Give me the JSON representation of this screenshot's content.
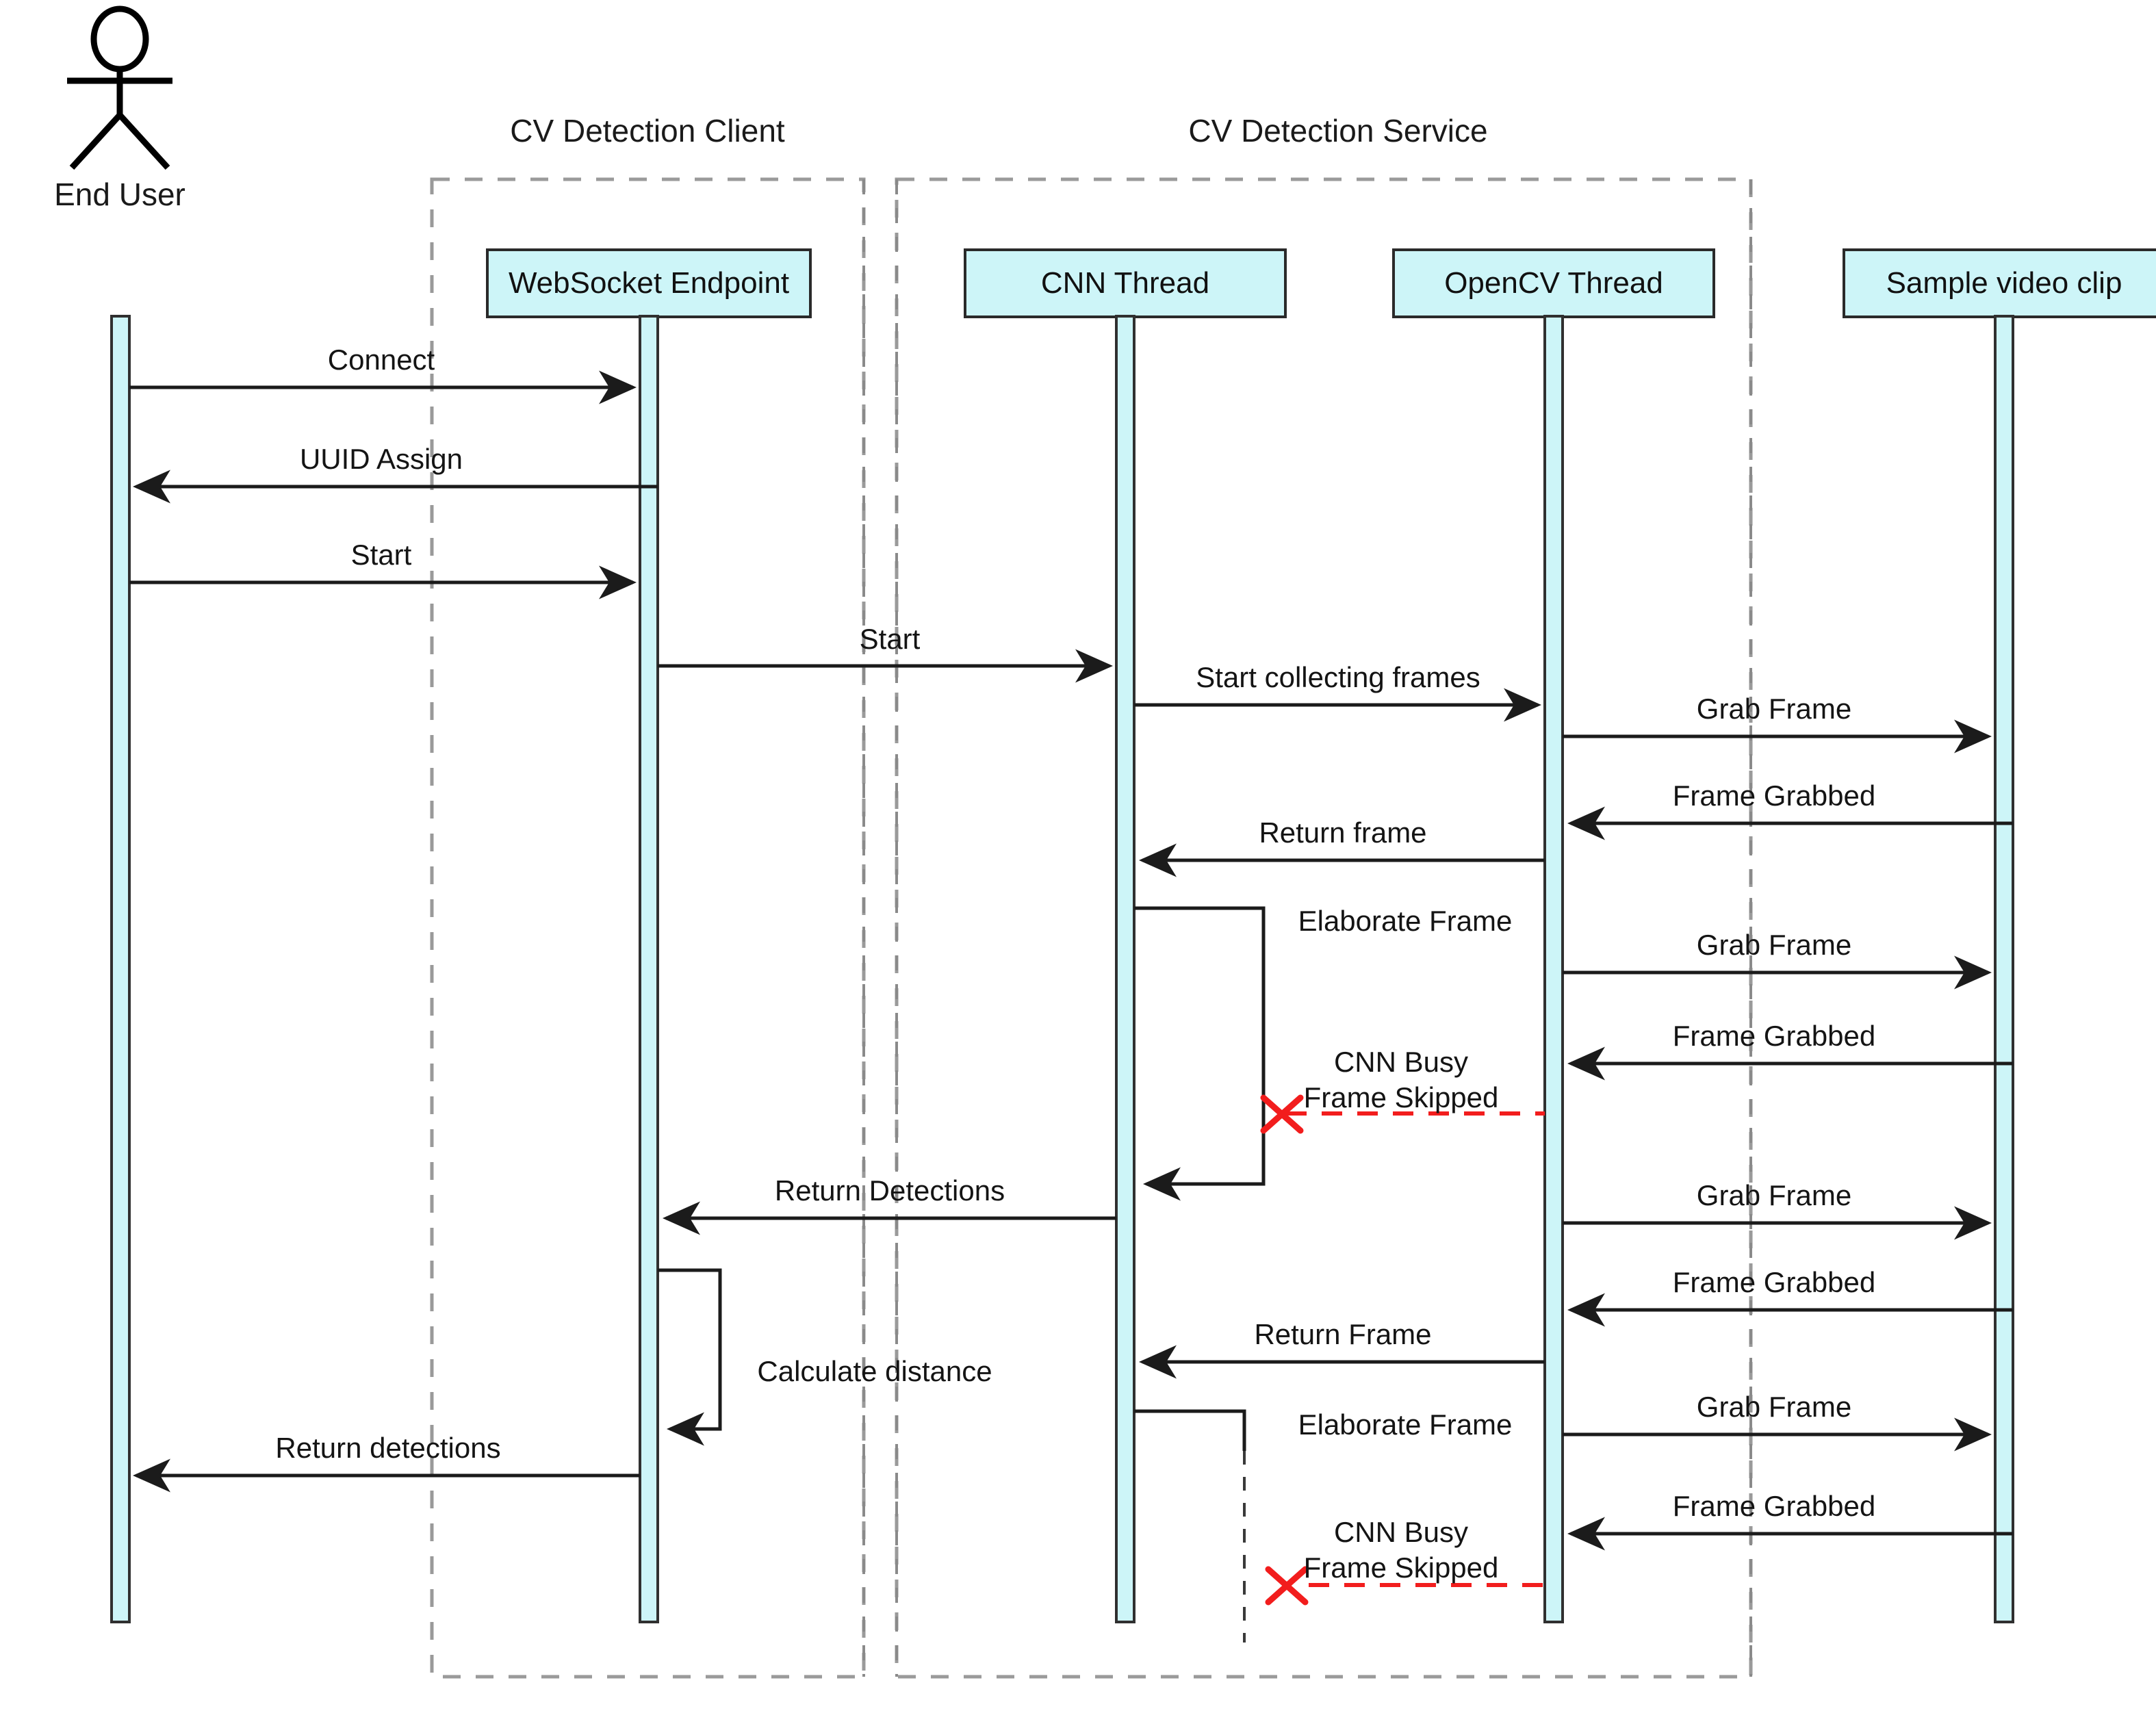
{
  "diagram": {
    "type": "uml-sequence-diagram",
    "title_absent": true,
    "colors": {
      "lifeline_fill": "#cdf5f8",
      "lifeline_stroke": "#2a2a2a",
      "message_stroke": "#1b1b1b",
      "group_stroke": "#9a9a9a",
      "skip_color": "#f21d1d",
      "background": "#ffffff"
    },
    "groups": [
      {
        "id": "client",
        "label": "CV Detection Client"
      },
      {
        "id": "service",
        "label": "CV Detection Service"
      }
    ],
    "actors": [
      {
        "id": "enduser",
        "label": "End User",
        "kind": "stick-figure"
      }
    ],
    "participants": [
      {
        "id": "ws",
        "label": "WebSocket Endpoint",
        "group": "client"
      },
      {
        "id": "cnn",
        "label": "CNN Thread",
        "group": "service"
      },
      {
        "id": "opencv",
        "label": "OpenCV Thread",
        "group": "service"
      },
      {
        "id": "video",
        "label": "Sample video clip",
        "group": null
      }
    ],
    "messages": [
      {
        "index": 1,
        "label": "Connect",
        "from": "enduser",
        "to": "ws",
        "style": "solid",
        "direction": "right"
      },
      {
        "index": 2,
        "label": "UUID Assign",
        "from": "ws",
        "to": "enduser",
        "style": "solid",
        "direction": "left"
      },
      {
        "index": 3,
        "label": "Start",
        "from": "enduser",
        "to": "ws",
        "style": "solid",
        "direction": "right"
      },
      {
        "index": 4,
        "label": "Start",
        "from": "ws",
        "to": "cnn",
        "style": "solid",
        "direction": "right"
      },
      {
        "index": 5,
        "label": "Start collecting frames",
        "from": "cnn",
        "to": "opencv",
        "style": "solid",
        "direction": "right"
      },
      {
        "index": 6,
        "label": "Grab Frame",
        "from": "opencv",
        "to": "video",
        "style": "solid",
        "direction": "right"
      },
      {
        "index": 7,
        "label": "Frame Grabbed",
        "from": "video",
        "to": "opencv",
        "style": "solid",
        "direction": "left"
      },
      {
        "index": 8,
        "label": "Return frame",
        "from": "opencv",
        "to": "cnn",
        "style": "solid",
        "direction": "left"
      },
      {
        "index": 9,
        "label": "Elaborate Frame",
        "from": "cnn",
        "to": "cnn",
        "style": "self",
        "direction": "self"
      },
      {
        "index": 10,
        "label": "Grab Frame",
        "from": "opencv",
        "to": "video",
        "style": "solid",
        "direction": "right"
      },
      {
        "index": 11,
        "label": "Frame Grabbed",
        "from": "video",
        "to": "opencv",
        "style": "solid",
        "direction": "left"
      },
      {
        "index": 12,
        "label": "CNN Busy\nFrame Skipped",
        "from": "opencv",
        "to": "cnn",
        "style": "lost",
        "direction": "left"
      },
      {
        "index": 13,
        "label": "Return Detections",
        "from": "cnn",
        "to": "ws",
        "style": "solid",
        "direction": "left"
      },
      {
        "index": 14,
        "label": "Grab Frame",
        "from": "opencv",
        "to": "video",
        "style": "solid",
        "direction": "right"
      },
      {
        "index": 15,
        "label": "Frame Grabbed",
        "from": "video",
        "to": "opencv",
        "style": "solid",
        "direction": "left"
      },
      {
        "index": 16,
        "label": "Return Frame",
        "from": "opencv",
        "to": "cnn",
        "style": "solid",
        "direction": "left"
      },
      {
        "index": 17,
        "label": "Calculate distance",
        "from": "ws",
        "to": "ws",
        "style": "self",
        "direction": "self"
      },
      {
        "index": 18,
        "label": "Elaborate Frame",
        "from": "cnn",
        "to": "cnn",
        "style": "self",
        "direction": "self"
      },
      {
        "index": 19,
        "label": "Grab Frame",
        "from": "opencv",
        "to": "video",
        "style": "solid",
        "direction": "right"
      },
      {
        "index": 20,
        "label": "Return detections",
        "from": "ws",
        "to": "enduser",
        "style": "solid",
        "direction": "left"
      },
      {
        "index": 21,
        "label": "Frame Grabbed",
        "from": "video",
        "to": "opencv",
        "style": "solid",
        "direction": "left"
      },
      {
        "index": 22,
        "label": "CNN Busy\nFrame Skipped",
        "from": "opencv",
        "to": "cnn",
        "style": "lost",
        "direction": "left"
      }
    ],
    "labels": {
      "connect": "Connect",
      "uuid_assign": "UUID Assign",
      "start_user": "Start",
      "start_ws": "Start",
      "start_collecting": "Start collecting frames",
      "grab_frame_1": "Grab Frame",
      "frame_grabbed_1": "Frame Grabbed",
      "return_frame_lower": "Return frame",
      "elaborate_frame_1": "Elaborate Frame",
      "grab_frame_2": "Grab Frame",
      "frame_grabbed_2": "Frame Grabbed",
      "cnn_busy_1_line1": "CNN Busy",
      "cnn_busy_1_line2": "Frame Skipped",
      "return_detections_cap": "Return Detections",
      "grab_frame_3": "Grab Frame",
      "frame_grabbed_3": "Frame Grabbed",
      "return_frame_cap": "Return Frame",
      "calculate_distance": "Calculate distance",
      "elaborate_frame_2": "Elaborate Frame",
      "grab_frame_4": "Grab Frame",
      "return_detections_low": "Return detections",
      "frame_grabbed_4": "Frame Grabbed",
      "cnn_busy_2_line1": "CNN Busy",
      "cnn_busy_2_line2": "Frame Skipped"
    }
  }
}
